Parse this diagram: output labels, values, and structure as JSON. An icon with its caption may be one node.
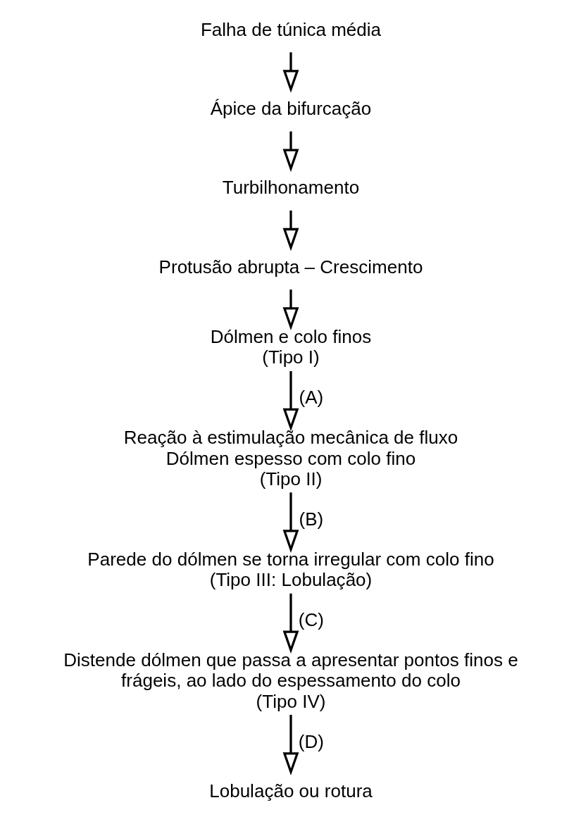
{
  "diagram": {
    "nodes": [
      {
        "text": [
          "Falha de túnica média"
        ]
      },
      {
        "text": [
          "Ápice da bifurcação"
        ]
      },
      {
        "text": [
          "Turbilhonamento"
        ]
      },
      {
        "text": [
          "Protusão abrupta – Crescimento"
        ]
      },
      {
        "text": [
          "Dólmen e colo finos",
          "(Tipo I)"
        ]
      },
      {
        "text": [
          "Reação à estimulação mecânica de fluxo",
          "Dólmen espesso com colo fino",
          "(Tipo II)"
        ]
      },
      {
        "text": [
          "Parede do dólmen se torna irregular com colo fino",
          "(Tipo III: Lobulação)"
        ]
      },
      {
        "text": [
          "Distende dólmen que passa a apresentar pontos finos e frágeis, ao lado do espessamento do colo",
          "(Tipo IV)"
        ]
      },
      {
        "text": [
          "Lobulação ou rotura"
        ]
      }
    ],
    "edges": [
      {
        "from": 0,
        "to": 1,
        "arrow": "to"
      },
      {
        "from": 1,
        "to": 2,
        "arrow": "to"
      },
      {
        "from": 2,
        "to": 3,
        "arrow": "to"
      },
      {
        "from": 3,
        "to": 4,
        "arrow": "to"
      },
      {
        "from": 4,
        "to": 5,
        "arrow": "to",
        "label": "(A)"
      },
      {
        "from": 5,
        "to": 6,
        "arrow": "to",
        "label": "(B)"
      },
      {
        "from": 6,
        "to": 7,
        "arrow": "to",
        "label": "(C)"
      },
      {
        "from": 7,
        "to": 8,
        "arrow": "to",
        "label": "(D)"
      }
    ]
  }
}
